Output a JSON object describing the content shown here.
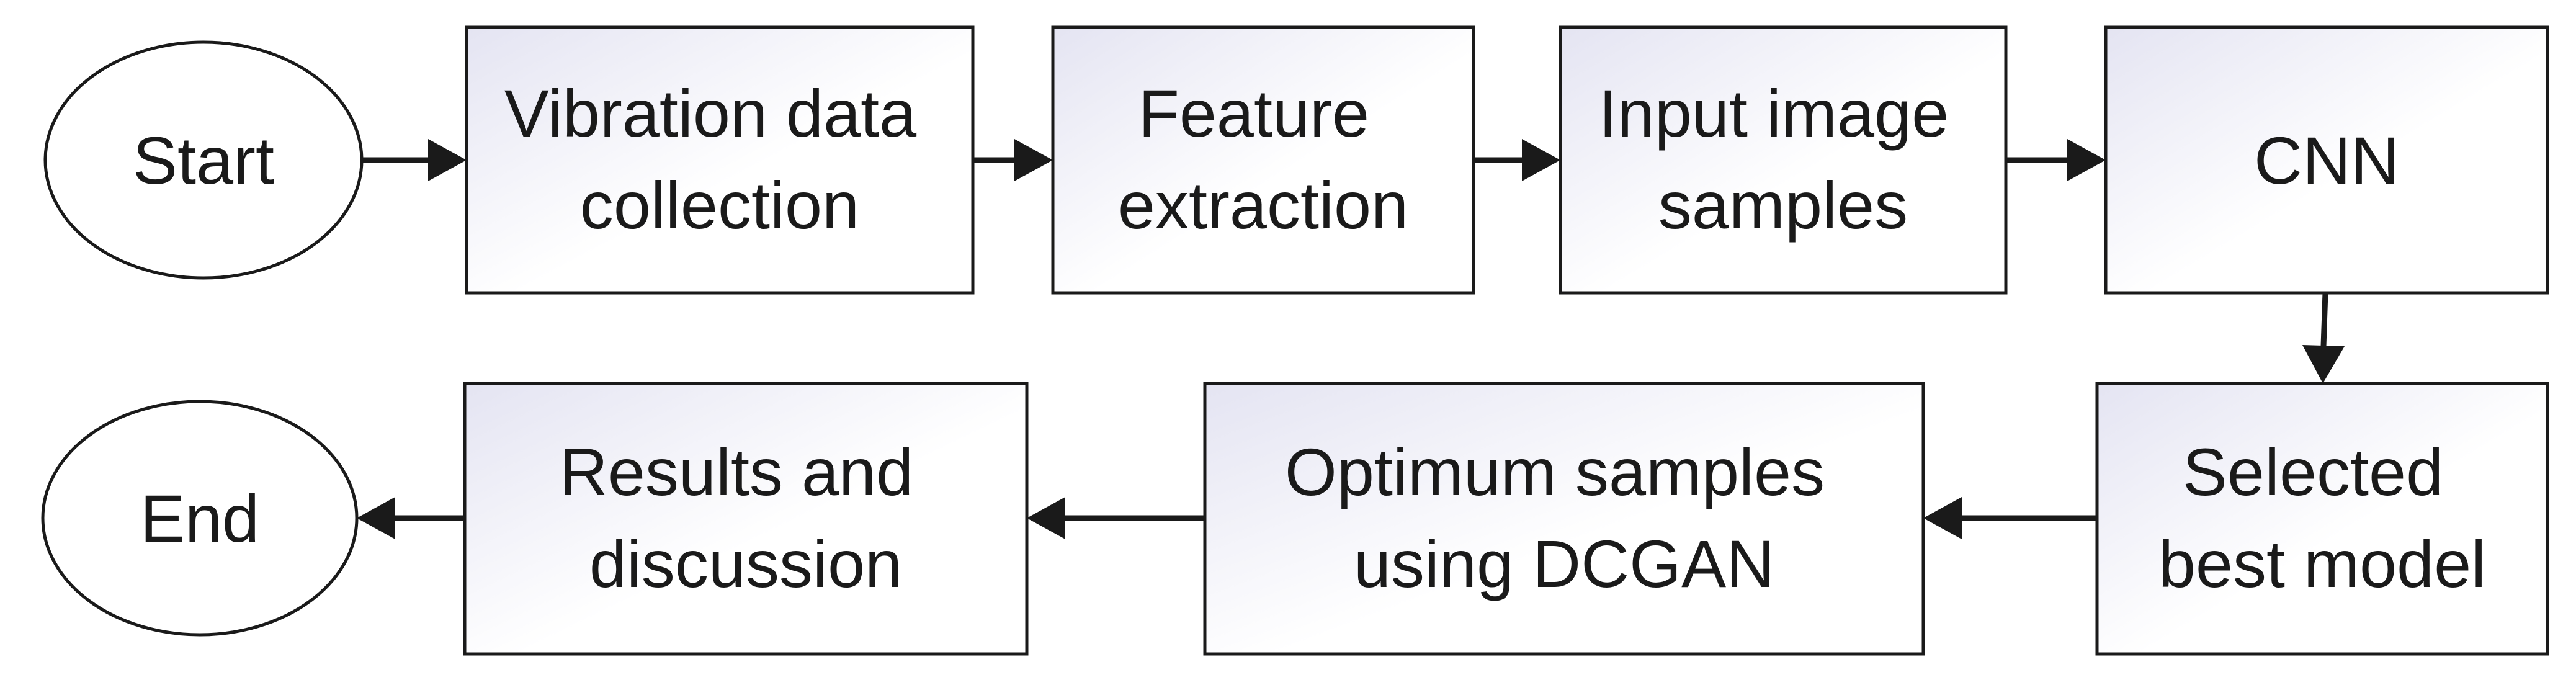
{
  "nodes": {
    "start": {
      "lines": [
        "Start"
      ]
    },
    "vibration": {
      "lines": [
        "Vibration data",
        "collection"
      ]
    },
    "feature": {
      "lines": [
        "Feature",
        "extraction"
      ]
    },
    "input": {
      "lines": [
        "Input image",
        "samples"
      ]
    },
    "cnn": {
      "lines": [
        "CNN"
      ]
    },
    "selected": {
      "lines": [
        "Selected",
        "best model"
      ]
    },
    "optimum": {
      "lines": [
        "Optimum samples",
        "using DCGAN"
      ]
    },
    "results": {
      "lines": [
        "Results and",
        "discussion"
      ]
    },
    "end": {
      "lines": [
        "End"
      ]
    }
  },
  "edges": [
    {
      "from": "start",
      "to": "vibration"
    },
    {
      "from": "vibration",
      "to": "feature"
    },
    {
      "from": "feature",
      "to": "input"
    },
    {
      "from": "input",
      "to": "cnn"
    },
    {
      "from": "cnn",
      "to": "selected"
    },
    {
      "from": "selected",
      "to": "optimum"
    },
    {
      "from": "optimum",
      "to": "results"
    },
    {
      "from": "results",
      "to": "end"
    }
  ],
  "colors": {
    "stroke": "#1a1a1a",
    "box_fill_light": "#ffffff",
    "box_fill_tint": "#e4e4f2",
    "text": "#1a1a1a"
  }
}
